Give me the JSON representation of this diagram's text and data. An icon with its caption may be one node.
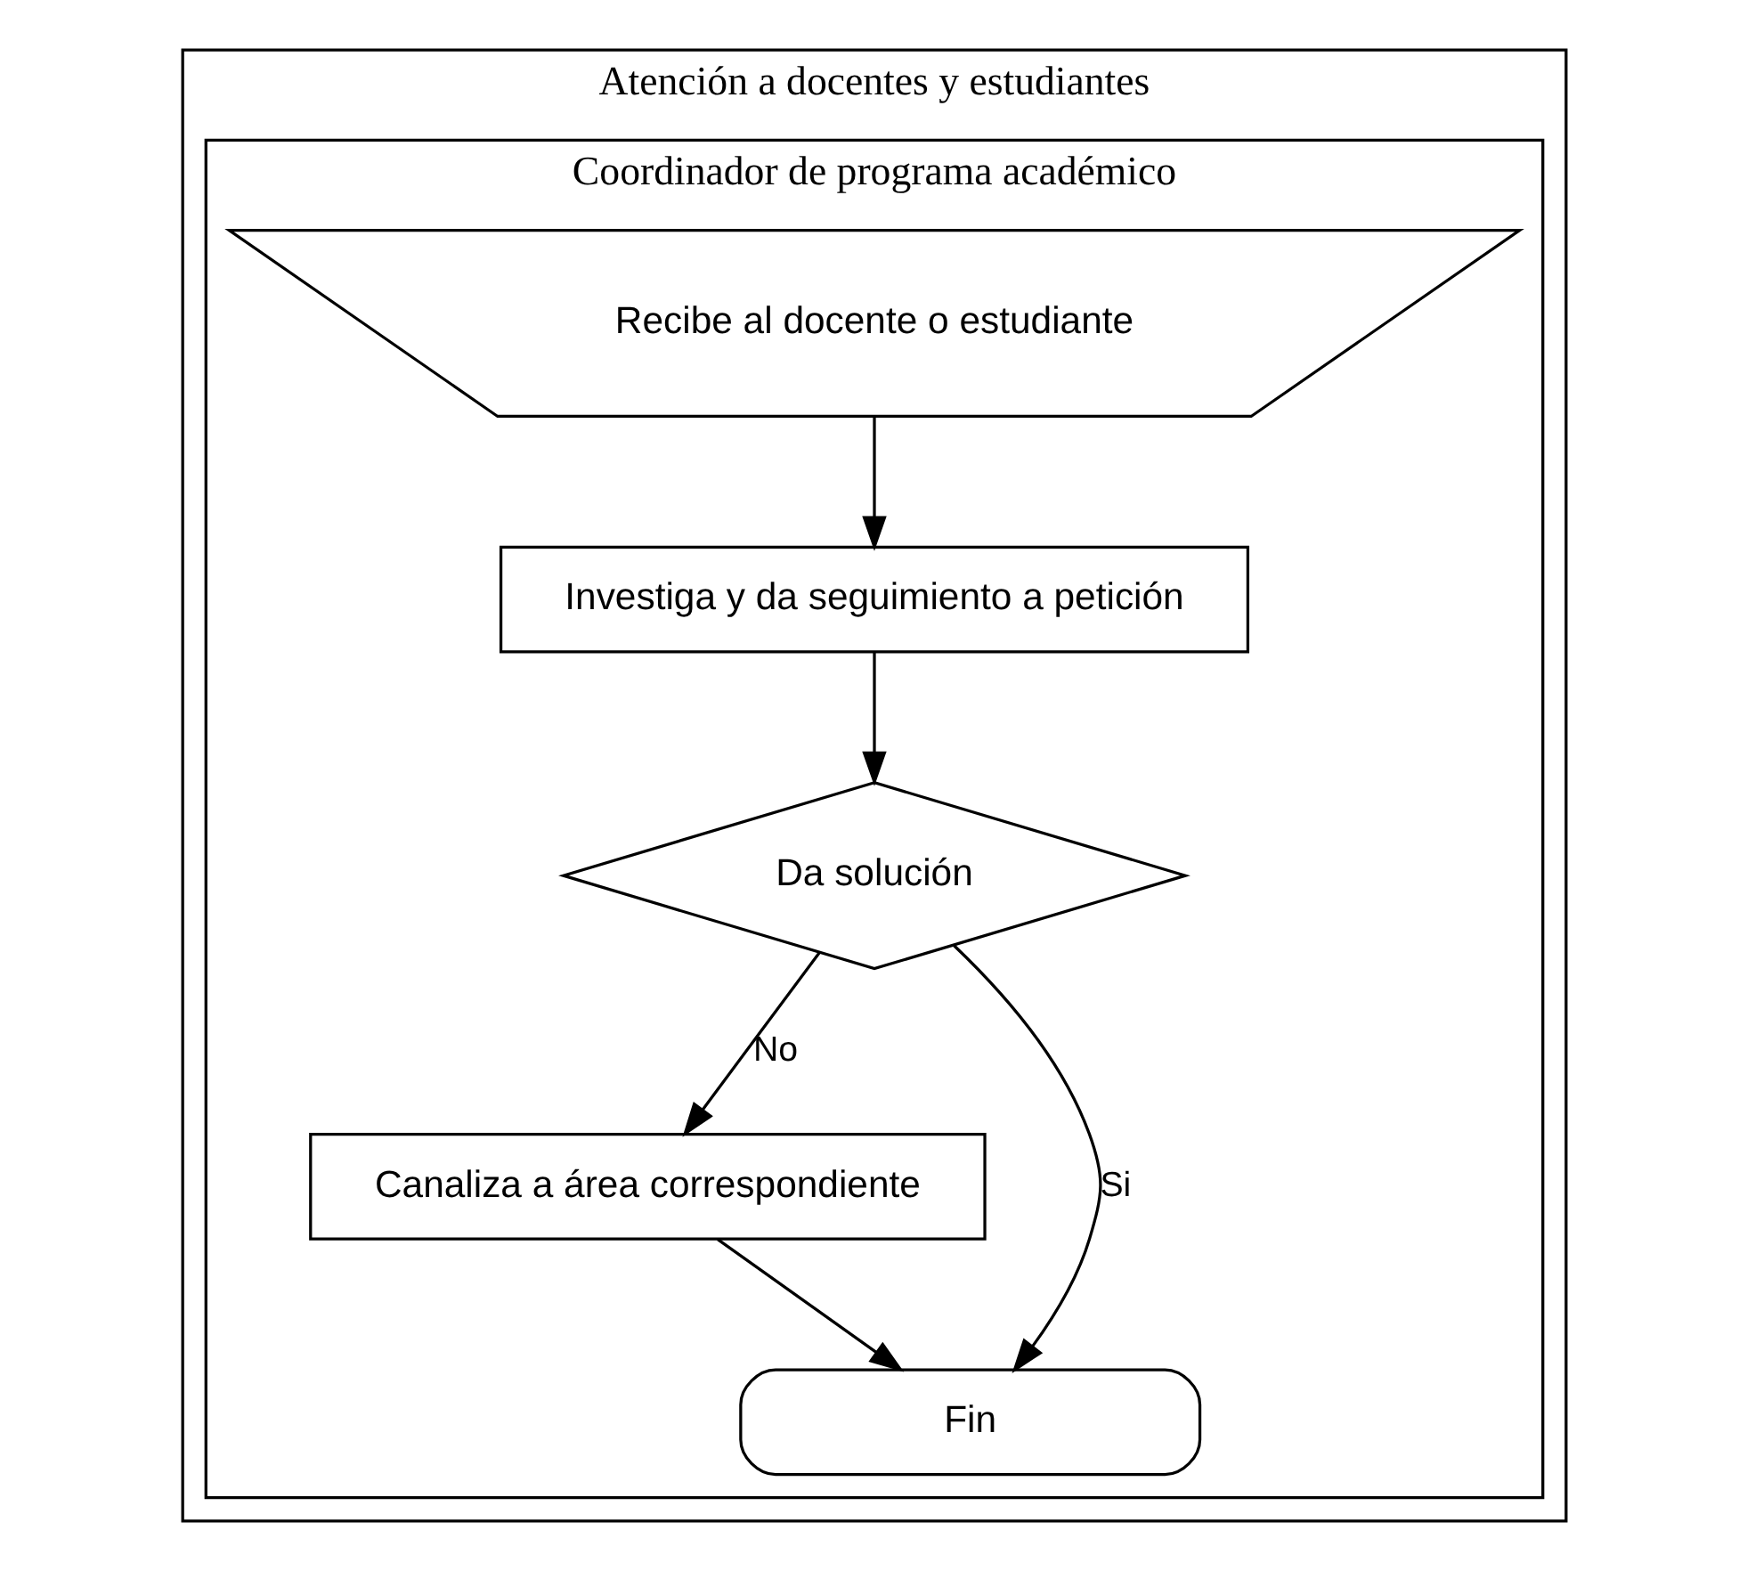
{
  "diagram": {
    "nodes": [
      {
        "text": [
          "Atención a docentes y estudiantes"
        ]
      },
      {
        "text": [
          "Coordinador de programa académico"
        ],
        "in": 0
      },
      {
        "text": [
          "Recibe al docente o estudiante"
        ],
        "in": 1
      },
      {
        "text": [
          "Investiga y da seguimiento a petición"
        ],
        "in": 1
      },
      {
        "text": [
          "Da solución"
        ],
        "in": 1
      },
      {
        "text": [
          "Canaliza a área correspondiente"
        ],
        "in": 1
      },
      {
        "text": [
          "Fin"
        ],
        "in": 1
      }
    ],
    "edges": [
      {
        "from": 2,
        "to": 3,
        "arrow": "to"
      },
      {
        "from": 3,
        "to": 4,
        "arrow": "to"
      },
      {
        "from": 4,
        "to": 5,
        "arrow": "to",
        "label": "No"
      },
      {
        "from": 4,
        "to": 6,
        "arrow": "to",
        "label": "Si"
      },
      {
        "from": 5,
        "to": 6,
        "arrow": "to"
      }
    ]
  }
}
